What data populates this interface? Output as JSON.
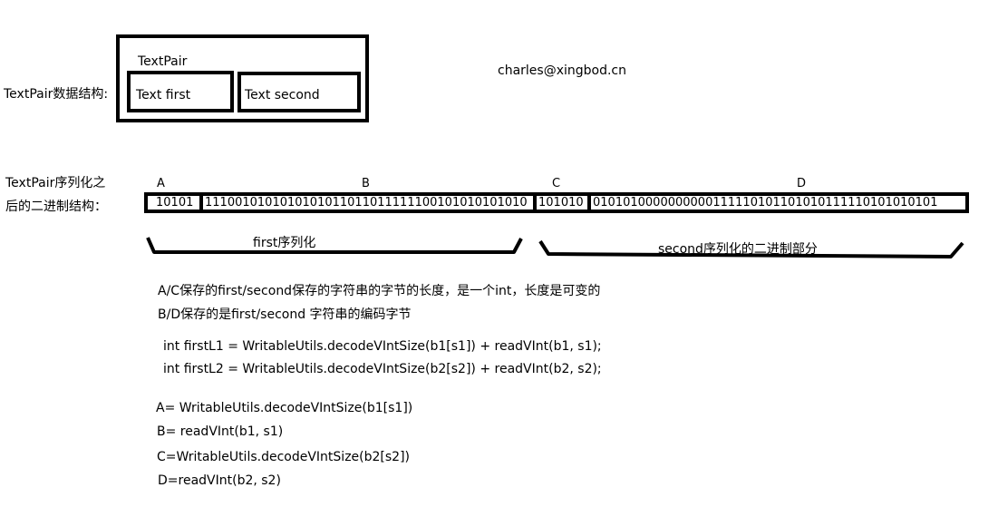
{
  "structure": {
    "label": "TextPair数据结构:",
    "outer_title": "TextPair",
    "first": "Text first",
    "second": "Text second"
  },
  "email": "charles@xingbod.cn",
  "binary": {
    "label_line1": "TextPair序列化之",
    "label_line2": "后的二进制结构：",
    "segments": [
      {
        "letter": "A",
        "bits": "10101"
      },
      {
        "letter": "B",
        "bits": "1110010101010101011011011111100101010101010"
      },
      {
        "letter": "C",
        "bits": "101010"
      },
      {
        "letter": "D",
        "bits": "0101010000000000111110101101010111110101010101"
      }
    ]
  },
  "braces": {
    "first_label": "first序列化",
    "second_label": "second序列化的二进制部分"
  },
  "notes": {
    "line1": "A/C保存的first/second保存的字符串的字节的长度，是一个int，长度是可变的",
    "line2": "B/D保存的是first/second 字符串的编码字节"
  },
  "code": {
    "line1": "int firstL1 = WritableUtils.decodeVIntSize(b1[s1]) + readVInt(b1, s1);",
    "line2": "int firstL2 = WritableUtils.decodeVIntSize(b2[s2]) + readVInt(b2, s2);"
  },
  "defs": {
    "a": "A=  WritableUtils.decodeVIntSize(b1[s1])",
    "b": "B= readVInt(b1, s1)",
    "c": "C=WritableUtils.decodeVIntSize(b2[s2])",
    "d": "D=readVInt(b2, s2)"
  }
}
